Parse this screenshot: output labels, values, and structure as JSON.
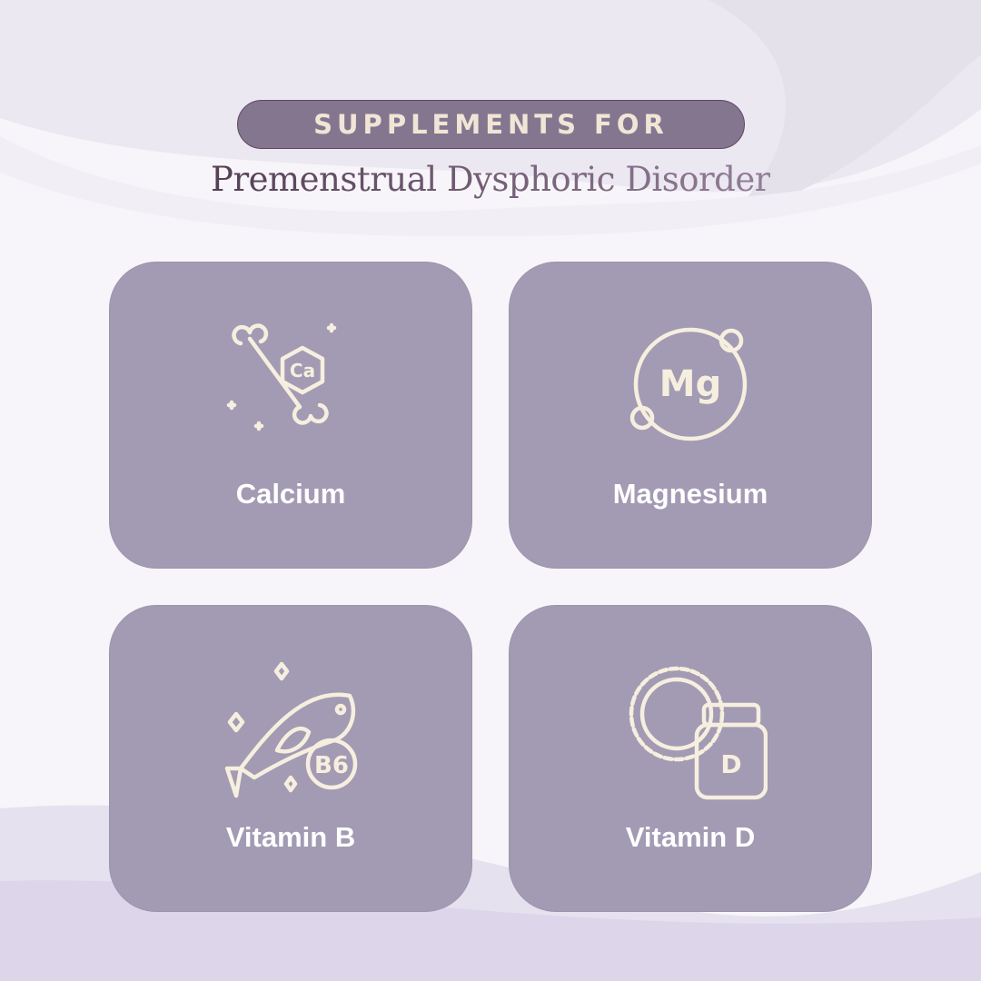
{
  "header": {
    "badge": "SUPPLEMENTS FOR",
    "title": "Premenstrual Dysphoric Disorder"
  },
  "cards": [
    {
      "label": "Calcium",
      "icon": "calcium-bone-icon",
      "icon_text": "Ca"
    },
    {
      "label": "Magnesium",
      "icon": "magnesium-atom-icon",
      "icon_text": "Mg"
    },
    {
      "label": "Vitamin B",
      "icon": "fish-b6-icon",
      "icon_text": "B6"
    },
    {
      "label": "Vitamin D",
      "icon": "sun-bottle-icon",
      "icon_text": "D"
    }
  ],
  "colors": {
    "card": "#a39bb3",
    "pill": "#857690",
    "icon": "#f6efdf"
  }
}
